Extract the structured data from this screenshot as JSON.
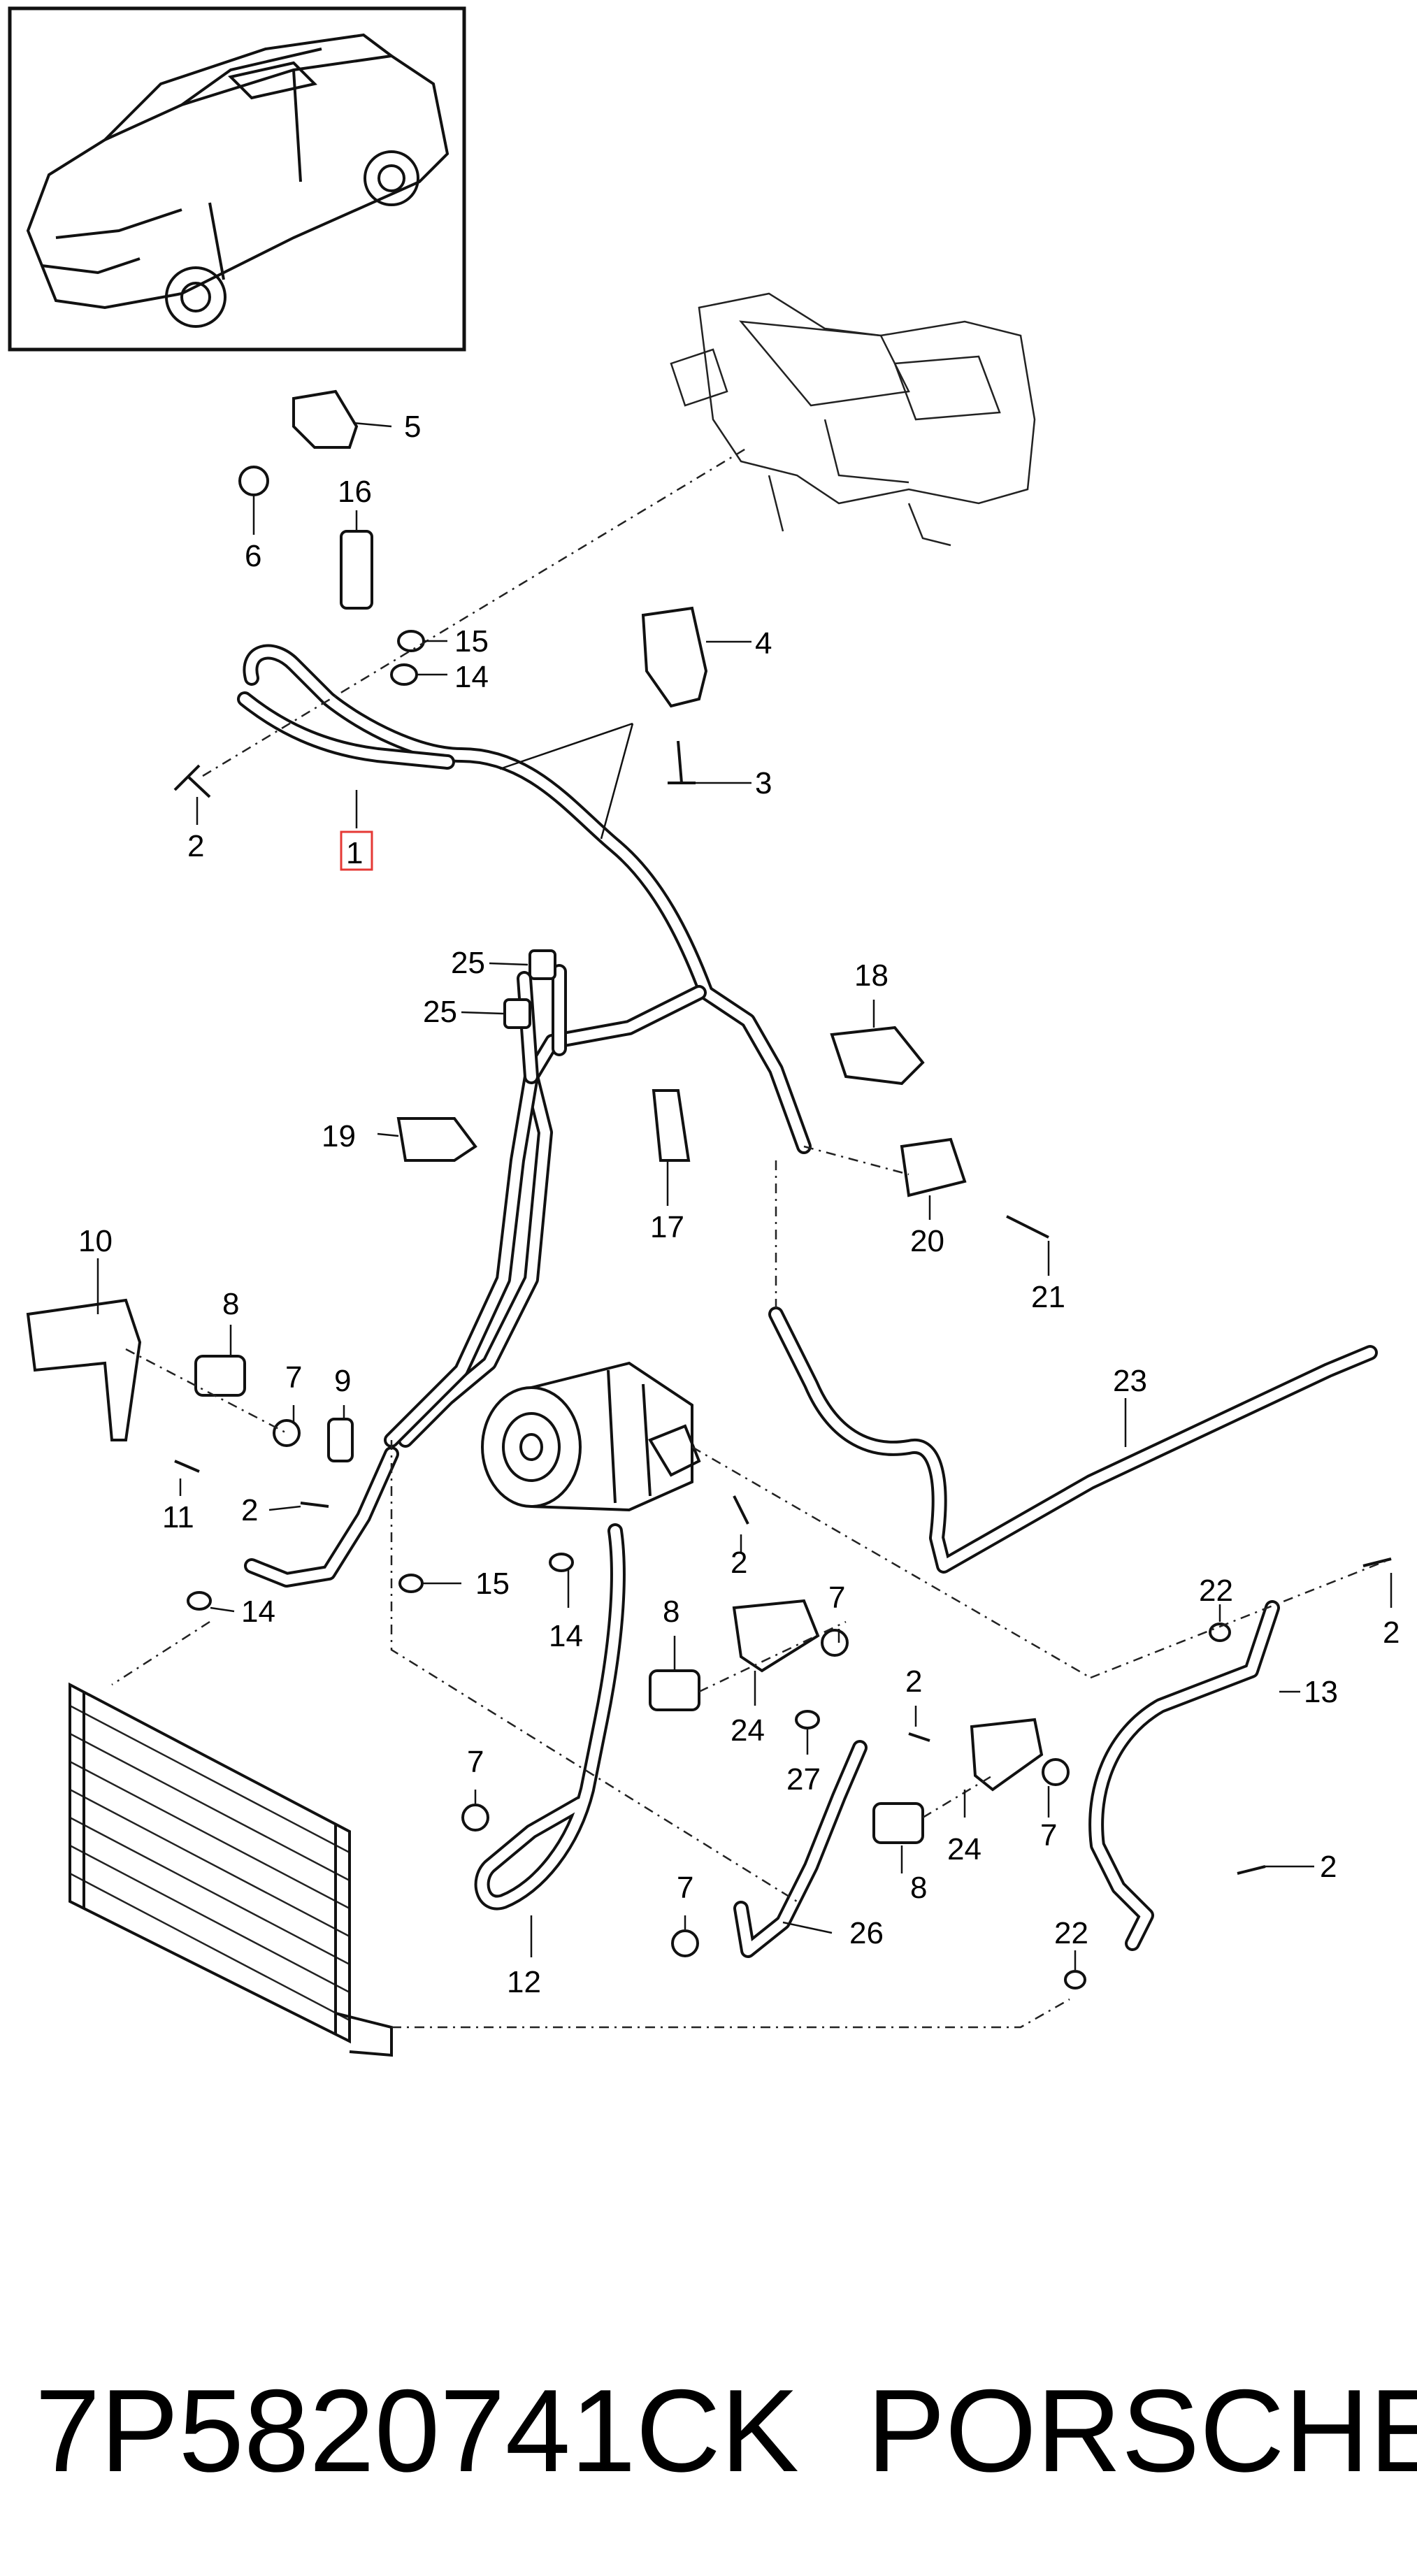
{
  "footer": {
    "part_number": "7P5820741CK",
    "brand": "PORSCHE"
  },
  "callouts": [
    "1",
    "2",
    "3",
    "4",
    "5",
    "6",
    "7",
    "8",
    "9",
    "10",
    "11",
    "12",
    "13",
    "14",
    "15",
    "16",
    "17",
    "18",
    "19",
    "20",
    "21",
    "22",
    "23",
    "24",
    "25",
    "26",
    "27"
  ],
  "highlight_color": "#e53935"
}
